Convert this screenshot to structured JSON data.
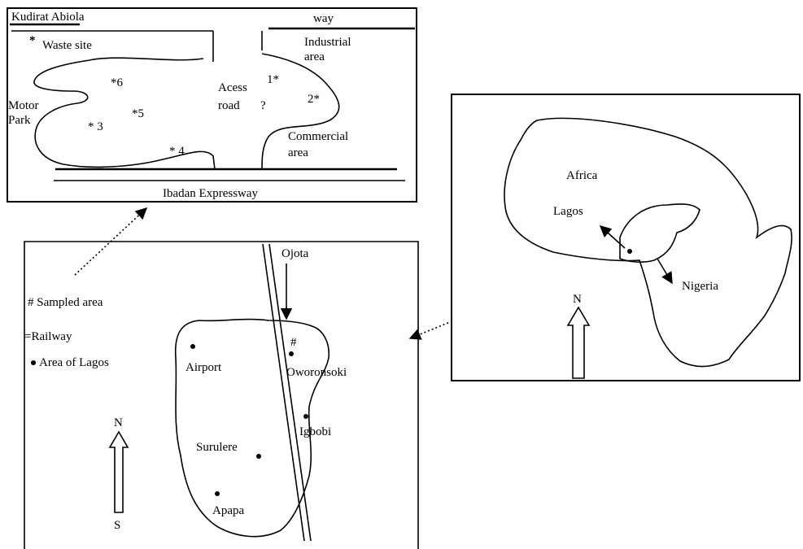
{
  "site_map": {
    "kudirat_label": "Kudirat Abiola",
    "way_label": "way",
    "waste_site_marker": "*",
    "waste_site_label": "Waste site",
    "industrial_line1": "Industrial",
    "industrial_line2": "area",
    "acess_line1": "Acess",
    "acess_line2": "road",
    "question_mark": "?",
    "motor_line1": "Motor",
    "motor_line2": "Park",
    "commercial_line1": "Commercial",
    "commercial_line2": "area",
    "expressway_label": "Ibadan Expressway",
    "points": [
      "*6",
      "*5",
      "* 3",
      "* 4",
      "1*",
      "2*"
    ]
  },
  "lagos_map": {
    "legend": {
      "sampled": "# Sampled area",
      "railway": "=Railway",
      "area": "Area of Lagos"
    },
    "compass": {
      "north": "N",
      "south": "S"
    },
    "ojota_label": "Ojota",
    "hash_marker": "#",
    "places": [
      "Airport",
      "Oworonsoki",
      "Igbobi",
      "Surulere",
      "Apapa"
    ]
  },
  "africa_map": {
    "continent_label": "Africa",
    "lagos_label": "Lagos",
    "nigeria_label": "Nigeria",
    "north": "N"
  }
}
